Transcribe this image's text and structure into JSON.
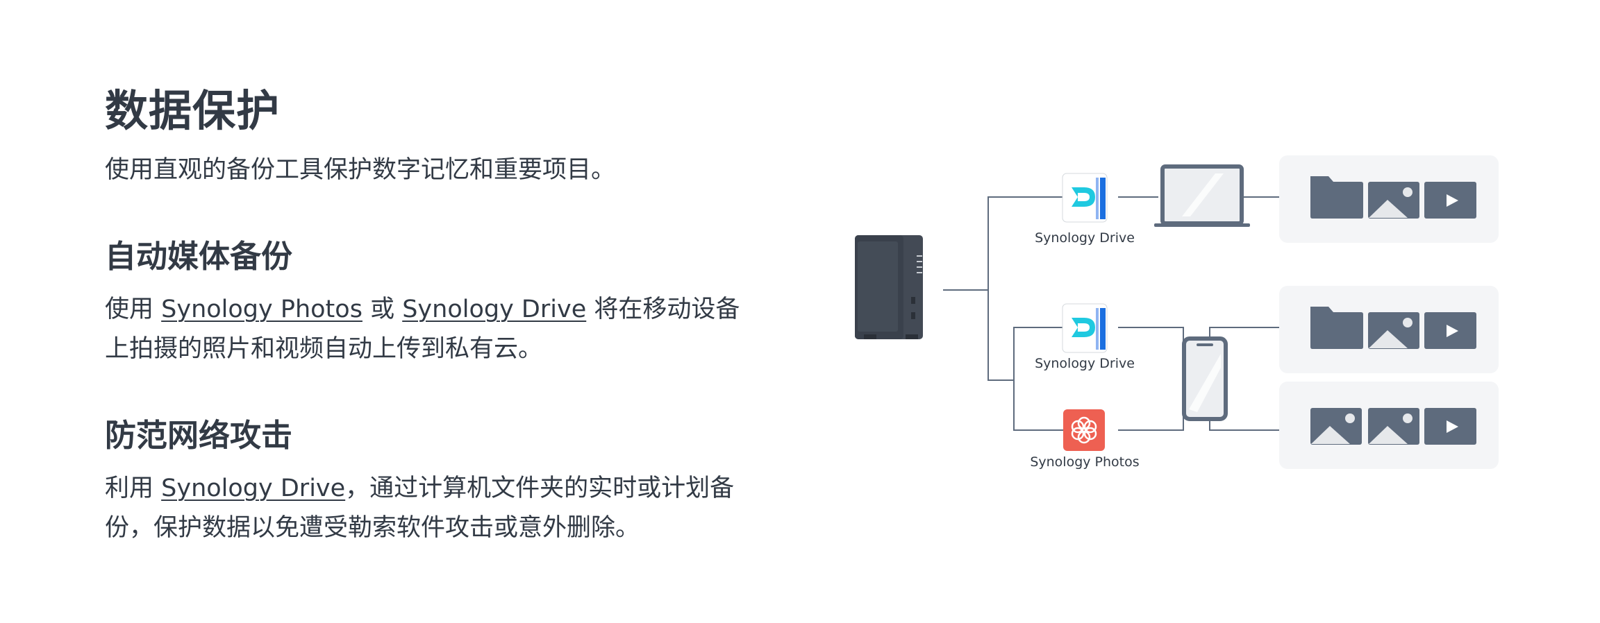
{
  "header": {
    "title": "数据保护",
    "subtitle": "使用直观的备份工具保护数字记忆和重要项目。"
  },
  "sections": [
    {
      "title": "自动媒体备份",
      "body_prefix": "使用 ",
      "link1": "Synology Photos",
      "body_mid": " 或 ",
      "link2": "Synology Drive",
      "body_suffix": " 将在移动设备上拍摄的照片和视频自动上传到私有云。"
    },
    {
      "title": "防范网络攻击",
      "body_prefix": "利用 ",
      "link1": "Synology Drive",
      "body_suffix": "，通过计算机文件夹的实时或计划备份，保护数据以免遭受勒索软件攻击或意外删除。"
    }
  ],
  "diagram": {
    "labels": {
      "drive_top": "Synology Drive",
      "drive_mid": "Synology Drive",
      "photos": "Synology Photos"
    },
    "icons": [
      "nas-icon",
      "synology-drive-icon",
      "synology-photos-icon",
      "laptop-icon",
      "phone-icon",
      "folder-icon",
      "image-icon",
      "video-play-icon"
    ],
    "colors": {
      "text": "#323a45",
      "line": "#5e6b7d",
      "tile": "#5e6b7d",
      "card_bg": "#f4f5f7",
      "photos_red": "#ee6052",
      "drive_blue": "#1b6fe0",
      "drive_cyan": "#1fc9e0"
    }
  }
}
